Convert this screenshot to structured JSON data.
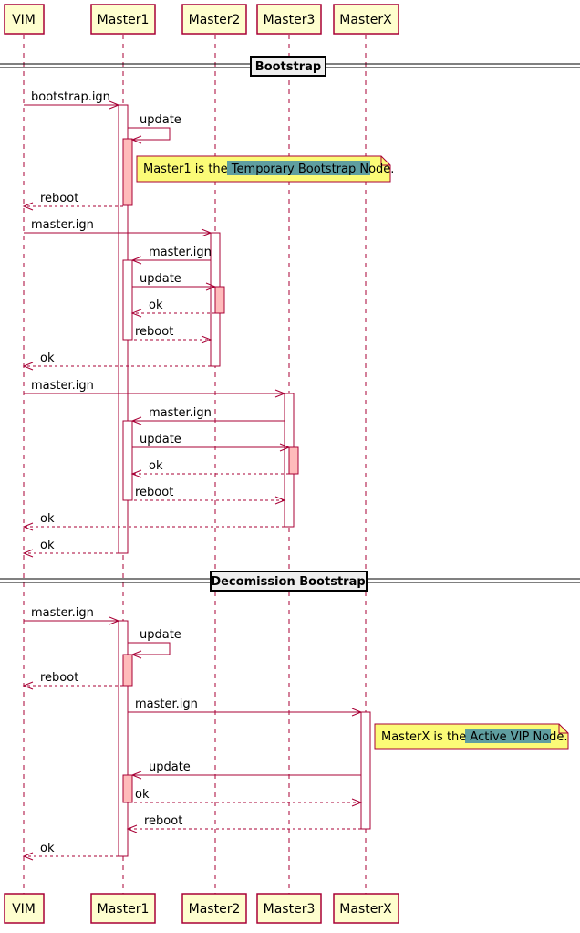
{
  "diagram": {
    "participants": [
      {
        "id": "vim",
        "label": "VIM"
      },
      {
        "id": "master1",
        "label": "Master1"
      },
      {
        "id": "master2",
        "label": "Master2"
      },
      {
        "id": "master3",
        "label": "Master3"
      },
      {
        "id": "masterx",
        "label": "MasterX"
      }
    ],
    "dividers": [
      {
        "label": "Bootstrap"
      },
      {
        "label": "Decomission Bootstrap"
      }
    ],
    "messages": [
      {
        "from": "vim",
        "to": "master1",
        "label": "bootstrap.ign",
        "style": "solid"
      },
      {
        "from": "master1",
        "to": "master1",
        "label": "update",
        "style": "solid"
      },
      {
        "from": "master1",
        "to": "vim",
        "label": "reboot",
        "style": "dashed"
      },
      {
        "from": "vim",
        "to": "master2",
        "label": "master.ign",
        "style": "solid"
      },
      {
        "from": "master2",
        "to": "master1",
        "label": "master.ign",
        "style": "solid"
      },
      {
        "from": "master1",
        "to": "master2",
        "label": "update",
        "style": "solid"
      },
      {
        "from": "master2",
        "to": "master1",
        "label": "ok",
        "style": "dashed"
      },
      {
        "from": "master1",
        "to": "master2",
        "label": "reboot",
        "style": "dashed"
      },
      {
        "from": "master2",
        "to": "vim",
        "label": "ok",
        "style": "dashed"
      },
      {
        "from": "vim",
        "to": "master3",
        "label": "master.ign",
        "style": "solid"
      },
      {
        "from": "master3",
        "to": "master1",
        "label": "master.ign",
        "style": "solid"
      },
      {
        "from": "master1",
        "to": "master3",
        "label": "update",
        "style": "solid"
      },
      {
        "from": "master3",
        "to": "master1",
        "label": "ok",
        "style": "dashed"
      },
      {
        "from": "master1",
        "to": "master3",
        "label": "reboot",
        "style": "dashed"
      },
      {
        "from": "master3",
        "to": "vim",
        "label": "ok",
        "style": "dashed"
      },
      {
        "from": "master1",
        "to": "vim",
        "label": "ok",
        "style": "dashed"
      },
      {
        "from": "vim",
        "to": "master1",
        "label": "master.ign",
        "style": "solid"
      },
      {
        "from": "master1",
        "to": "master1",
        "label": "update",
        "style": "solid"
      },
      {
        "from": "master1",
        "to": "vim",
        "label": "reboot",
        "style": "dashed"
      },
      {
        "from": "master1",
        "to": "masterx",
        "label": "master.ign",
        "style": "solid"
      },
      {
        "from": "masterx",
        "to": "master1",
        "label": "update",
        "style": "solid"
      },
      {
        "from": "master1",
        "to": "masterx",
        "label": "ok",
        "style": "dashed"
      },
      {
        "from": "masterx",
        "to": "master1",
        "label": "reboot",
        "style": "dashed"
      },
      {
        "from": "master1",
        "to": "vim",
        "label": "ok",
        "style": "dashed"
      }
    ],
    "notes": [
      {
        "pre": "Master1 is the ",
        "highlight": "Temporary Bootstrap Node",
        "post": "."
      },
      {
        "pre": "MasterX is the ",
        "highlight": "Active VIP Node",
        "post": "."
      }
    ],
    "colors": {
      "line": "#A80036",
      "participant_fill": "#FEFECE",
      "activation_fill": "#FFFFFF",
      "nested_activation_fill": "#FFBBBB",
      "note_fill": "#FBFB77",
      "highlight": "#5F9EA0",
      "divider_fill": "#EEEEEE"
    }
  }
}
